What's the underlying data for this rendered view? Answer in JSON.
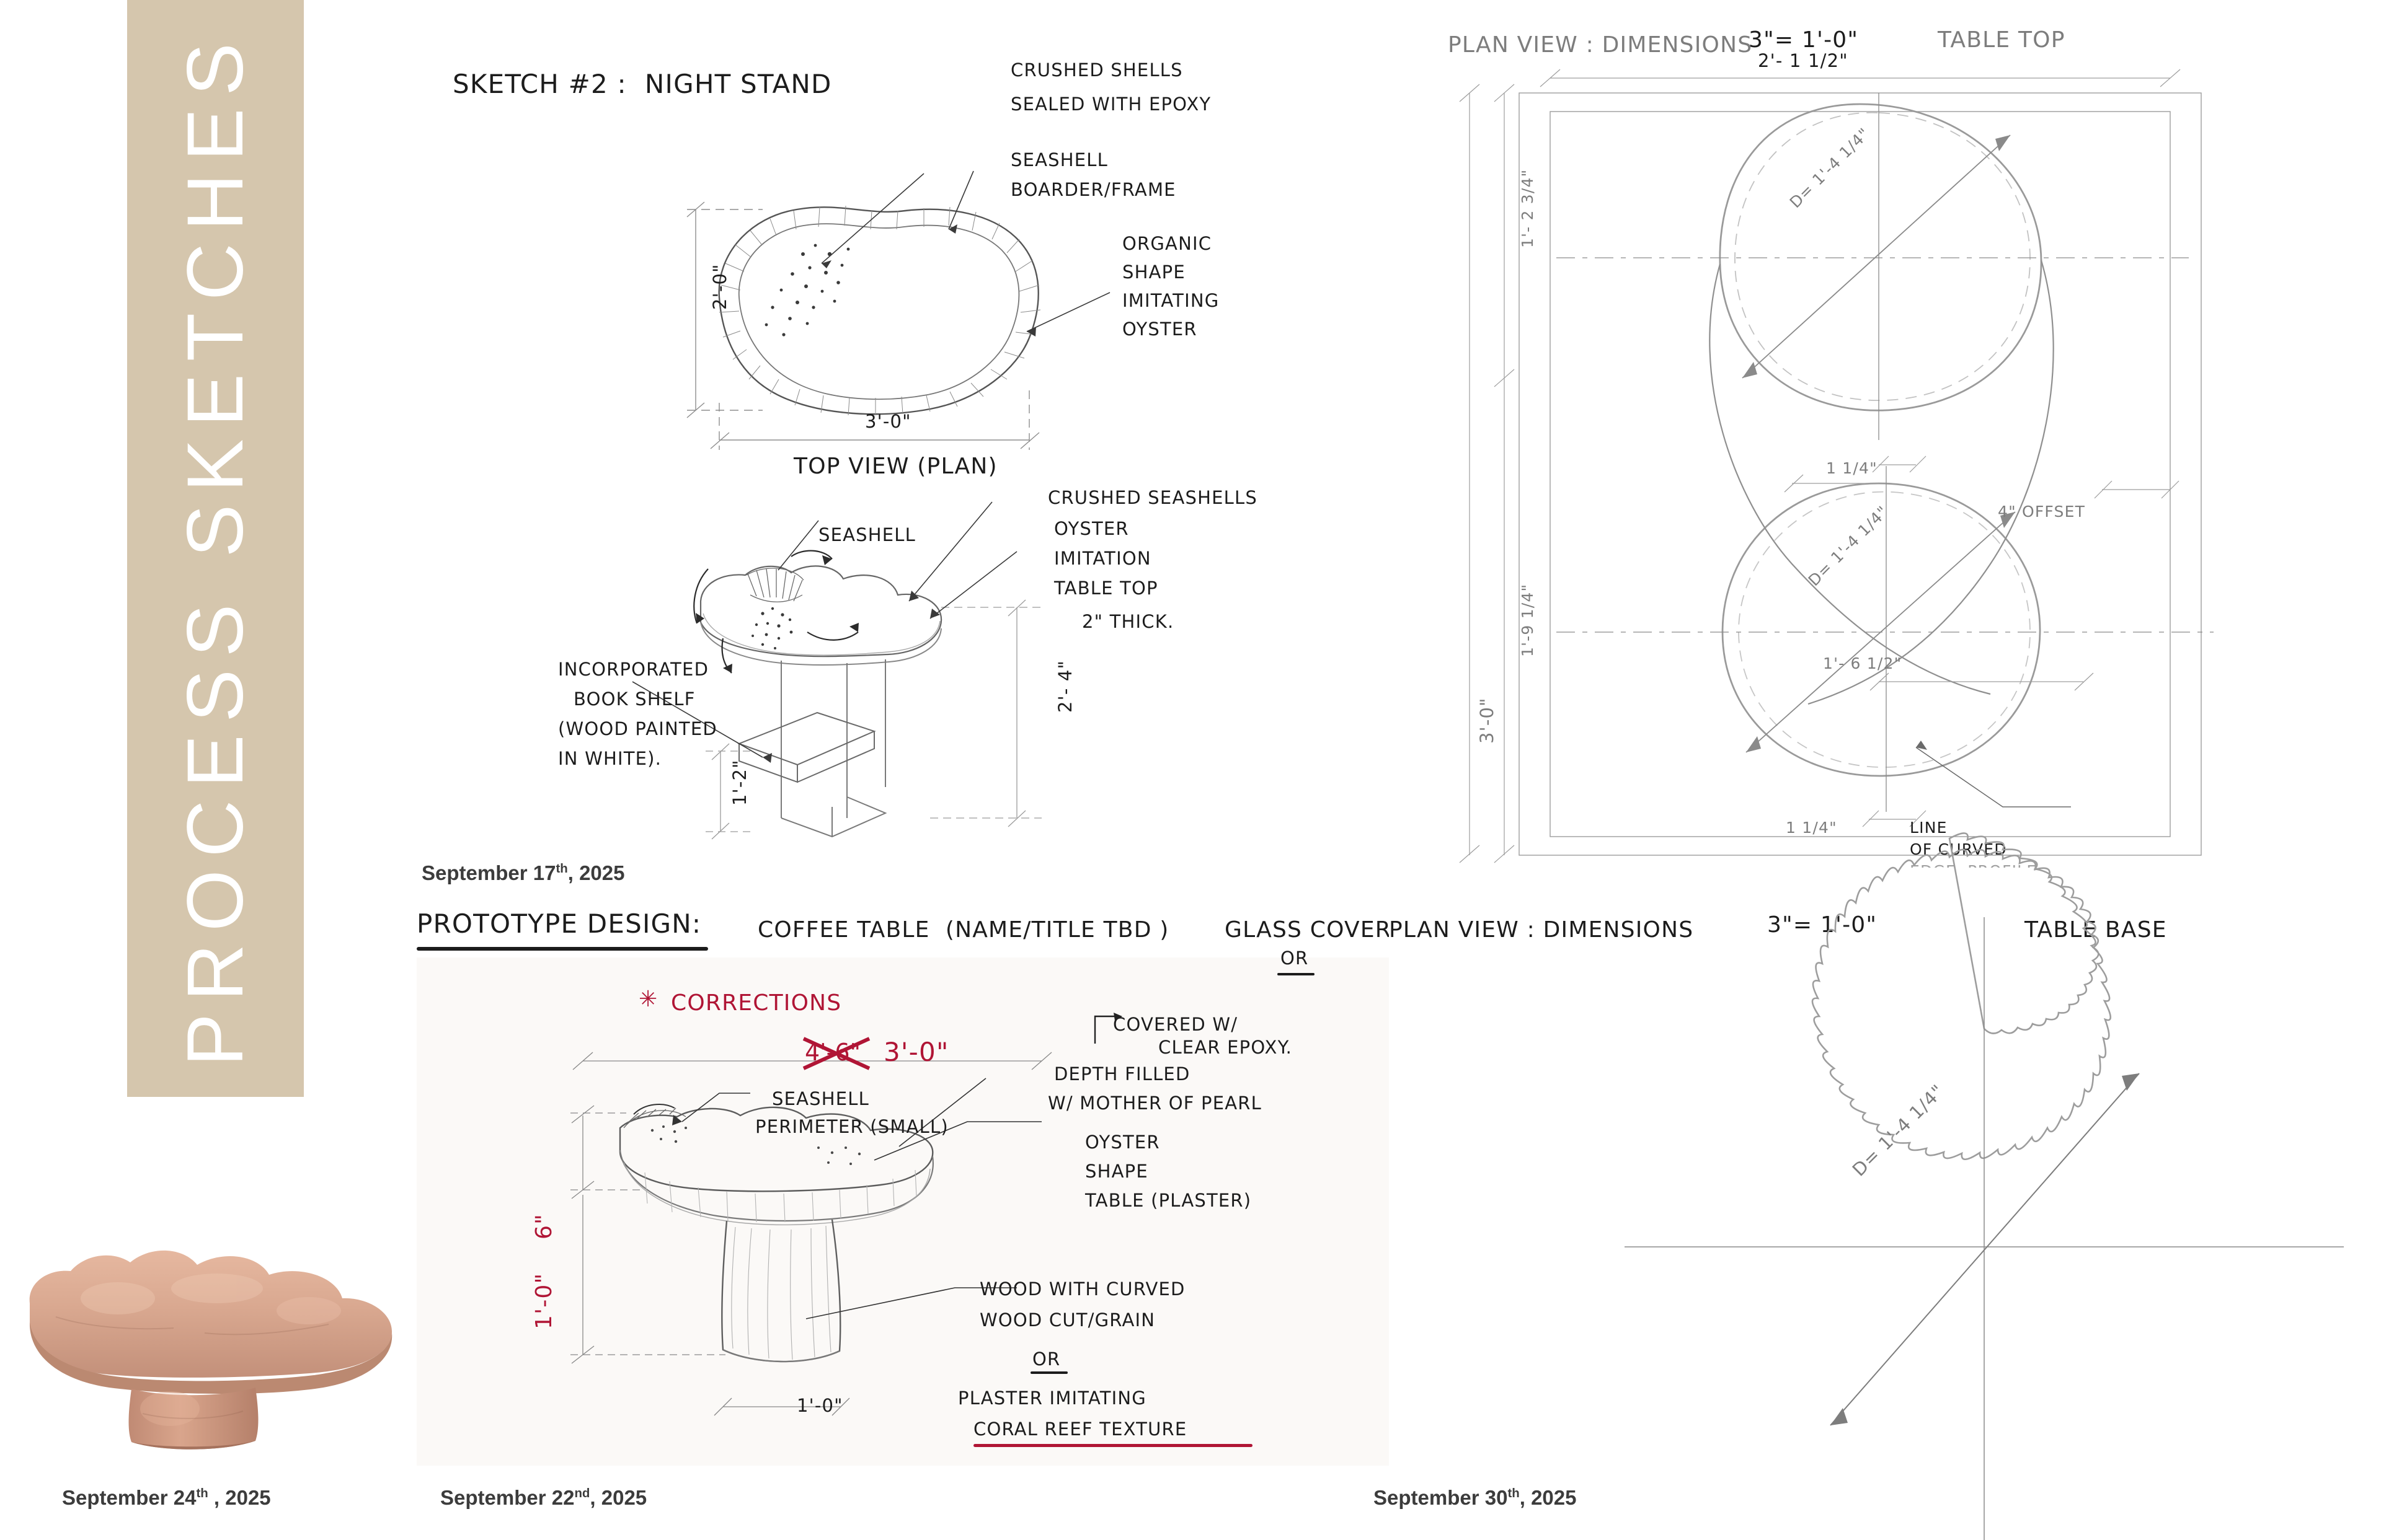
{
  "banner": {
    "title": "PROCESS SKETCHES",
    "color": "#d5c6ad"
  },
  "accent_red": "#b01535",
  "sketch1": {
    "heading": "SKETCH #2 :  NIGHT STAND",
    "plan_caption": "TOP VIEW (PLAN)",
    "dim_height": "2'-0\"",
    "dim_width": "3'-0\"",
    "labels": {
      "crushed_shells_l1": "CRUSHED SHELLS",
      "crushed_shells_l2": "SEALED WITH EPOXY",
      "seashell_border_l1": "SEASHELL",
      "seashell_border_l2": "BOARDER/FRAME",
      "organic_l1": "ORGANIC",
      "organic_l2": "SHAPE",
      "organic_l3": "IMITATING",
      "organic_l4": "OYSTER"
    },
    "elevation": {
      "seashell": "SEASHELL",
      "crushed_seashells": "CRUSHED SEASHELLS",
      "oyster_l1": "OYSTER",
      "oyster_l2": "IMITATION",
      "oyster_l3": "TABLE TOP",
      "thickness": "2\" THICK.",
      "shelf_l1": "INCORPORATED",
      "shelf_l2": "BOOK SHELF",
      "shelf_l3": "(WOOD PAINTED",
      "shelf_l4": "IN WHITE).",
      "dim_total_height": "2'- 4\"",
      "dim_shelf_height": "1'-2\""
    }
  },
  "plan_top": {
    "header": "PLAN VIEW : DIMENSIONS",
    "scale": "3\"= 1'-0\"",
    "subject": "TABLE TOP",
    "dims": {
      "top_width": "2'- 1 1/2\"",
      "left_upper": "1'- 2 3/4\"",
      "left_overall": "3'-0\"",
      "left_lower": "1'-9 1/4\"",
      "diam_upper": "D= 1'-4 1/4\"",
      "diam_lower": "D= 1'-4 1/4\"",
      "gap_upper": "1 1/4\"",
      "gap_lower": "1 1/4\"",
      "offset": "4\" OFFSET",
      "inner": "1'- 6 1/2\""
    },
    "note_l1": "LINE",
    "note_l2": "OF CURVED",
    "note_l3": "EDGE  PROFILE."
  },
  "prototype": {
    "heading": "PROTOTYPE DESIGN:",
    "title": "COFFEE TABLE  (NAME/TITLE TBD )",
    "glass_cover": "GLASS COVER",
    "or_top": "OR",
    "corrections": "CORRECTIONS",
    "corrections_star": "✳",
    "dim_old_width": "4'-6\"",
    "dim_new_width": "3'-0\"",
    "dim_red_thickness": "6\"",
    "dim_red_base_height": "1'-0\"",
    "dim_base_width": "1'-0\"",
    "labels": {
      "seashell_l1": "SEASHELL",
      "seashell_l2": "PERIMETER (SMALL)",
      "covered_l1": "COVERED W/",
      "covered_l2": "CLEAR EPOXY.",
      "depth_l1": "DEPTH FILLED",
      "depth_l2": "W/ MOTHER OF PEARL",
      "oyster_l1": "OYSTER",
      "oyster_l2": "SHAPE",
      "oyster_l3": "TABLE (PLASTER)",
      "wood_l1": "WOOD WITH CURVED",
      "wood_l2": "WOOD CUT/GRAIN",
      "or_mid": "OR",
      "plaster_l1": "PLASTER IMITATING",
      "plaster_l2": "CORAL REEF TEXTURE"
    }
  },
  "plan_base": {
    "header": "PLAN VIEW : DIMENSIONS",
    "scale": "3\"= 1'-0\"",
    "subject": "TABLE BASE",
    "diameter": "D= 1'-4 1/4\""
  },
  "captions": {
    "sketch1_date": "September 17",
    "sketch1_ord": "th",
    "sketch1_year": ", 2025",
    "photo_date": "September 24",
    "photo_ord": "th",
    "photo_year": " , 2025",
    "proto_date": "September 22",
    "proto_ord": "nd",
    "proto_year": ", 2025",
    "base_date": "September 30",
    "base_ord": "th",
    "base_year": ", 2025"
  }
}
